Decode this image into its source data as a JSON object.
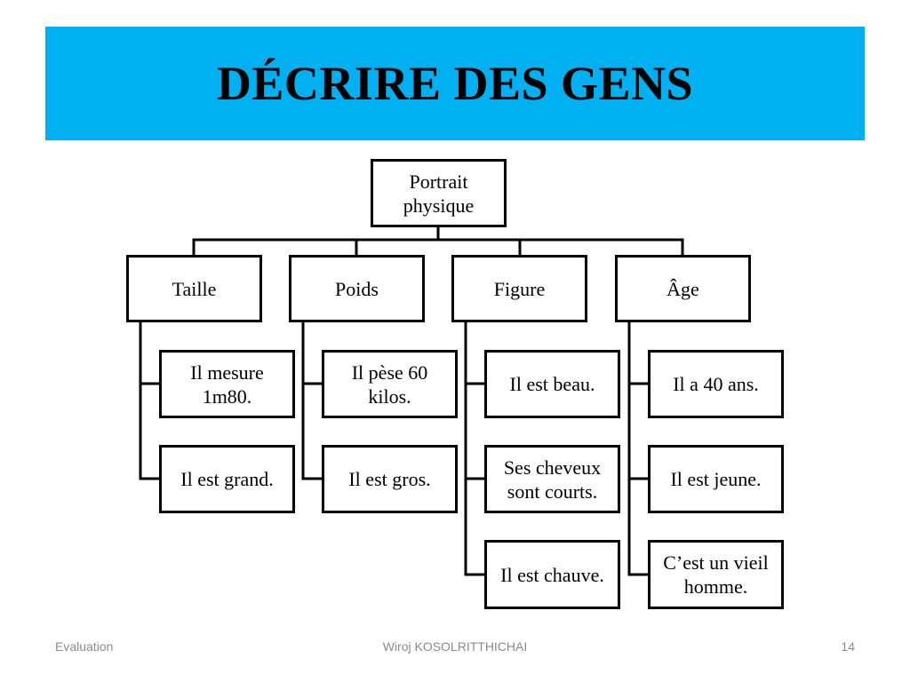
{
  "slide": {
    "title": "DÉCRIRE DES GENS",
    "header_color": "#00b0f0"
  },
  "diagram": {
    "root": "Portrait\nphysique",
    "branches": [
      {
        "label": "Taille",
        "children": [
          "Il mesure\n1m80.",
          "Il est grand."
        ]
      },
      {
        "label": "Poids",
        "children": [
          "Il pèse 60\nkilos.",
          "Il est gros."
        ]
      },
      {
        "label": "Figure",
        "children": [
          "Il est beau.",
          "Ses cheveux\nsont courts.",
          "Il est chauve."
        ]
      },
      {
        "label": "Âge",
        "children": [
          "Il a 40 ans.",
          "Il est jeune.",
          "C’est un vieil\nhomme."
        ]
      }
    ]
  },
  "footer": {
    "left": "Evaluation",
    "center": "Wiroj KOSOLRITTHICHAI",
    "page_number": "14"
  }
}
